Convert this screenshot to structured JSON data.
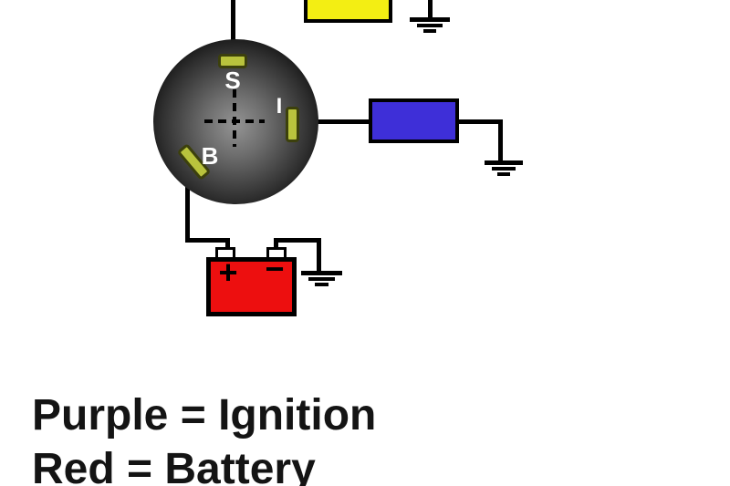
{
  "colors": {
    "background": "#ffffff",
    "wire": "#000000",
    "outline": "#000000",
    "terminal_fill": "#b9c33d",
    "terminal_border": "#3c400c",
    "switch_label": "#ffffff",
    "yellow_component": "#f3ee13",
    "purple_component": "#3e2fd8",
    "battery_red": "#ed0f0f",
    "battery_post": "#ffffff",
    "legend_text": "#141414"
  },
  "switch": {
    "terminal_s": "S",
    "terminal_i": "I",
    "terminal_b": "B"
  },
  "battery": {
    "positive": "+",
    "negative": "−"
  },
  "legend": {
    "line1": "Purple = Ignition",
    "line2": "Red = Battery"
  }
}
